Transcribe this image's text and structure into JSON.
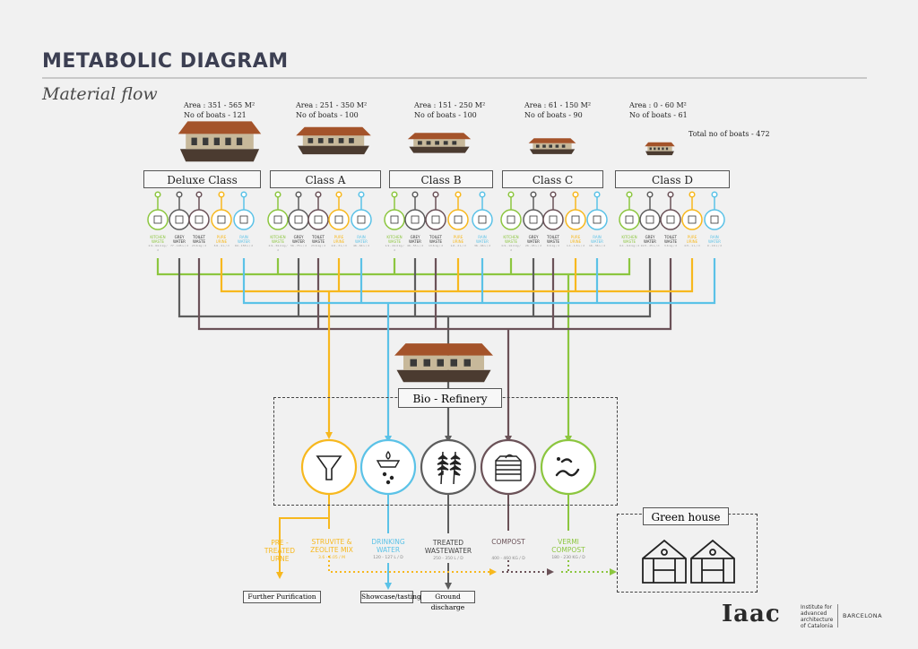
{
  "title": "METABOLIC DIAGRAM",
  "subtitle": "Material flow",
  "colors": {
    "kitchen": "#8cc63f",
    "grey": "#5d5d5d",
    "toilet": "#6b5258",
    "urine": "#f7b81e",
    "rain": "#5bc2e7"
  },
  "boat_classes": [
    {
      "area": "Area : 351 - 565 M²",
      "boats": "No of boats - 121",
      "label": "Deluxe Class",
      "values": [
        "2.9 - 64.4 kg / d",
        "77 - 105 L / d",
        "23.6 kg / d",
        "3.6 - 4 L / d",
        "64 - 155 L / d"
      ]
    },
    {
      "area": "Area : 251 - 350 M²",
      "boats": "No of boats - 100",
      "label": "Class A",
      "values": [
        "2.9 - 34.4 kg / d",
        "56 - 75 L / d",
        "23.6 kg / d",
        "2.6 - 3 L / d",
        "46 - 64 L / d"
      ]
    },
    {
      "area": "Area : 151 - 250 M²",
      "boats": "No of boats - 100",
      "label": "Class B",
      "values": [
        "1.9 - 24.4 kg / d",
        "46 - 55 L / d",
        "13.6 kg / d",
        "1.6 - 2 L / d",
        "36 - 46 L / d"
      ]
    },
    {
      "area": "Area : 61 - 150 M²",
      "boats": "No of boats - 90",
      "label": "Class C",
      "values": [
        "0.9 - 14.4 kg / d",
        "26 - 45 L / d",
        "8.6 kg / d",
        "1.1 - 1.5 L / d",
        "16 - 36 L / d"
      ]
    },
    {
      "area": "Area : 0 - 60 M²",
      "boats": "No of boats - 61",
      "label": "Class D",
      "values": [
        "0.1 - 9.4 kg / d",
        "10.5 - 25 L / d",
        "3.6 kg / d",
        "0.5 - 1 L / d",
        "0 - 16 L / d"
      ]
    }
  ],
  "waste_labels": [
    "KITCHEN WASTE",
    "GREY WATER",
    "TOILET WASTE",
    "PURE URINE",
    "RAIN WATER"
  ],
  "total_boats": "Total no of boats - 472",
  "biorefinery_label": "Bio - Refinery",
  "greenhouse_label": "Green house",
  "icons": [
    "funnel-icon",
    "water-drop-icon",
    "reeds-icon",
    "compost-bin-icon",
    "worm-icon",
    "greenhouse-icon"
  ],
  "outputs": [
    {
      "name": "PRE - TREATED URNE",
      "value": ""
    },
    {
      "name": "STRUVITE & ZEOLITE MIX",
      "value": "3.6 - 6.05 / M"
    },
    {
      "name": "DRINKING WATER",
      "value": "120 - 127 L / D"
    },
    {
      "name": "TREATED WASTEWATER",
      "value": "250 - 350 L / D"
    },
    {
      "name": "COMPOST",
      "value": "400 - 460 KG / D"
    },
    {
      "name": "VERMI COMPOST",
      "value": "180 - 230 KG / D"
    }
  ],
  "endpoints": {
    "further": "Further Purification",
    "showcase": "Showcase/tasting",
    "ground": "Ground discharge"
  },
  "logo": {
    "name": "Iaac",
    "institute_lines": [
      "Institute for",
      "advanced",
      "architecture",
      "of Catalonia"
    ],
    "city": "BARCELONA"
  }
}
